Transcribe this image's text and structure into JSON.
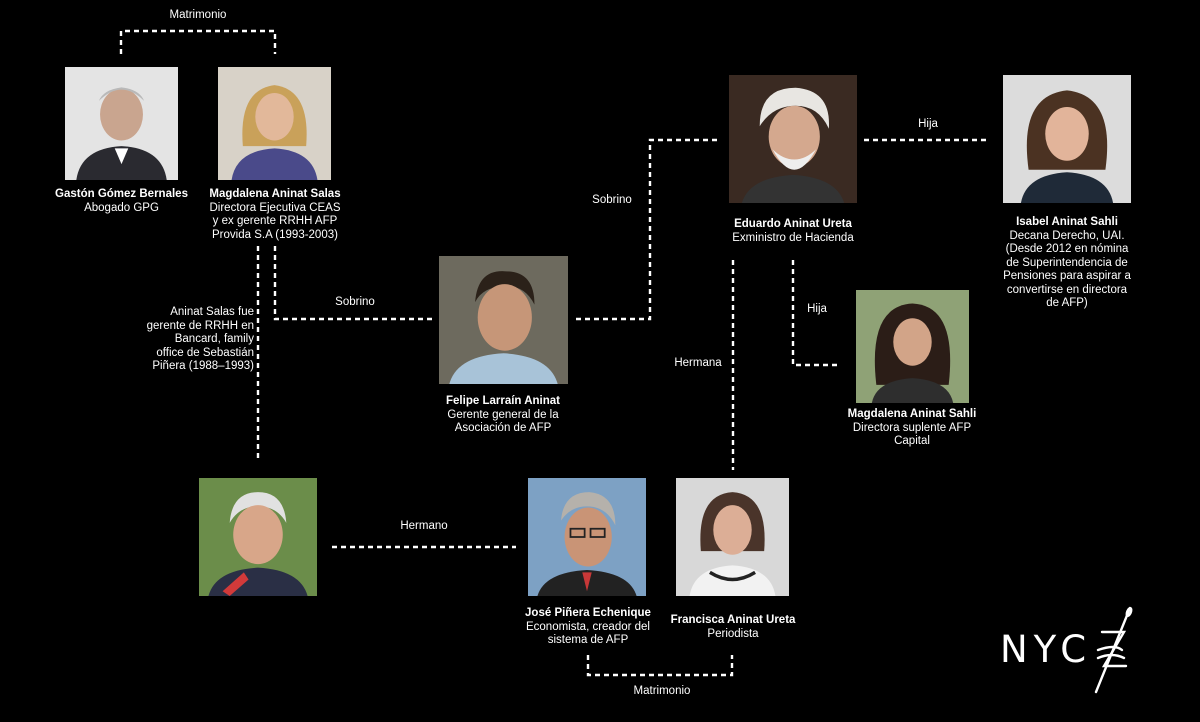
{
  "people": {
    "gomez": {
      "name": "Gastón Gómez Bernales",
      "desc": "Abogado GPG"
    },
    "magdalena_salas": {
      "name": "Magdalena Aninat Salas",
      "desc": "Directora Ejecutiva CEAS\ny ex gerente RRHH AFP\nProvida S.A (1993-2003)"
    },
    "felipe": {
      "name": "Felipe Larraín Aninat",
      "desc": "Gerente general de la\nAsociación de AFP"
    },
    "eduardo": {
      "name": "Eduardo Aninat Ureta",
      "desc": "Exministro de Hacienda"
    },
    "isabel": {
      "name": "Isabel Aninat Sahli",
      "desc": "Decana Derecho, UAI.\n(Desde 2012 en nómina\nde Superintendencia de\nPensiones para aspirar a\nconvertirse en directora\nde AFP)"
    },
    "magdalena_sahli": {
      "name": "Magdalena Aninat Sahli",
      "desc": "Directora suplente AFP\nCapital"
    },
    "sebastian": {
      "name": "",
      "desc": ""
    },
    "jose": {
      "name": "José Piñera Echenique",
      "desc": "Economista, creador del\nsistema de AFP"
    },
    "francisca": {
      "name": "Francisca Aninat Ureta",
      "desc": "Periodista"
    }
  },
  "relations": {
    "matrimonio_top": "Matrimonio",
    "sobrino_left": "Sobrino",
    "sobrino_right": "Sobrino",
    "hija_isabel": "Hija",
    "hija_magdalena": "Hija",
    "hermana": "Hermana",
    "hermano": "Hermano",
    "matrimonio_bottom": "Matrimonio",
    "note_bancard": "Aninat Salas fue\ngerente de RRHH en\nBancard, family\noffice de Sebastián\nPiñera (1988–1993)"
  },
  "logo": {
    "text": "NYC"
  },
  "colors": {
    "background": "#000000",
    "text": "#ffffff",
    "connector": "#ffffff"
  }
}
